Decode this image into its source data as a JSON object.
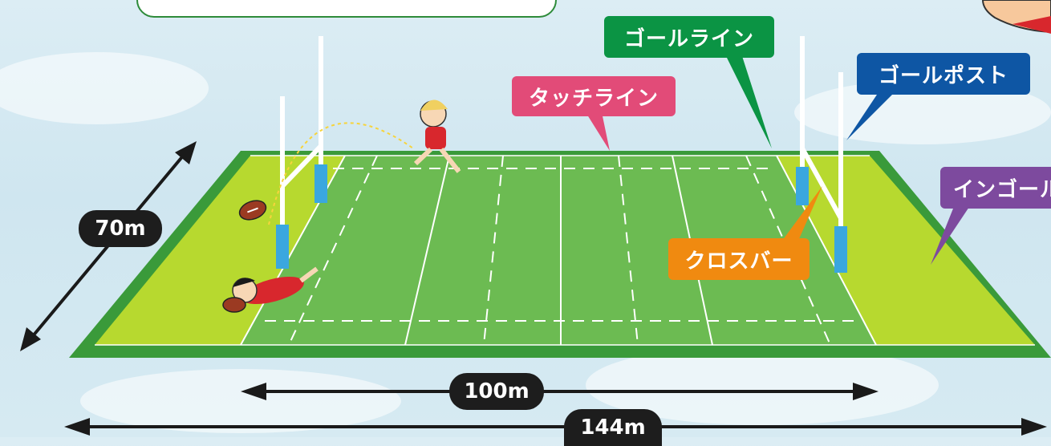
{
  "labels": {
    "goal_line": "ゴールライン",
    "goal_post": "ゴールポスト",
    "touch_line": "タッチライン",
    "in_goal": "インゴール",
    "crossbar": "クロスバー"
  },
  "dimensions": {
    "width": "70m",
    "field_length": "100m",
    "total_length": "144m"
  },
  "colors": {
    "goal_line": "#0b9444",
    "goal_post": "#0e56a4",
    "touch_line": "#e24b78",
    "in_goal": "#7d4a9e",
    "crossbar": "#f08a10",
    "field": "#6cbb52",
    "in_goal_area": "#b7d92f"
  }
}
